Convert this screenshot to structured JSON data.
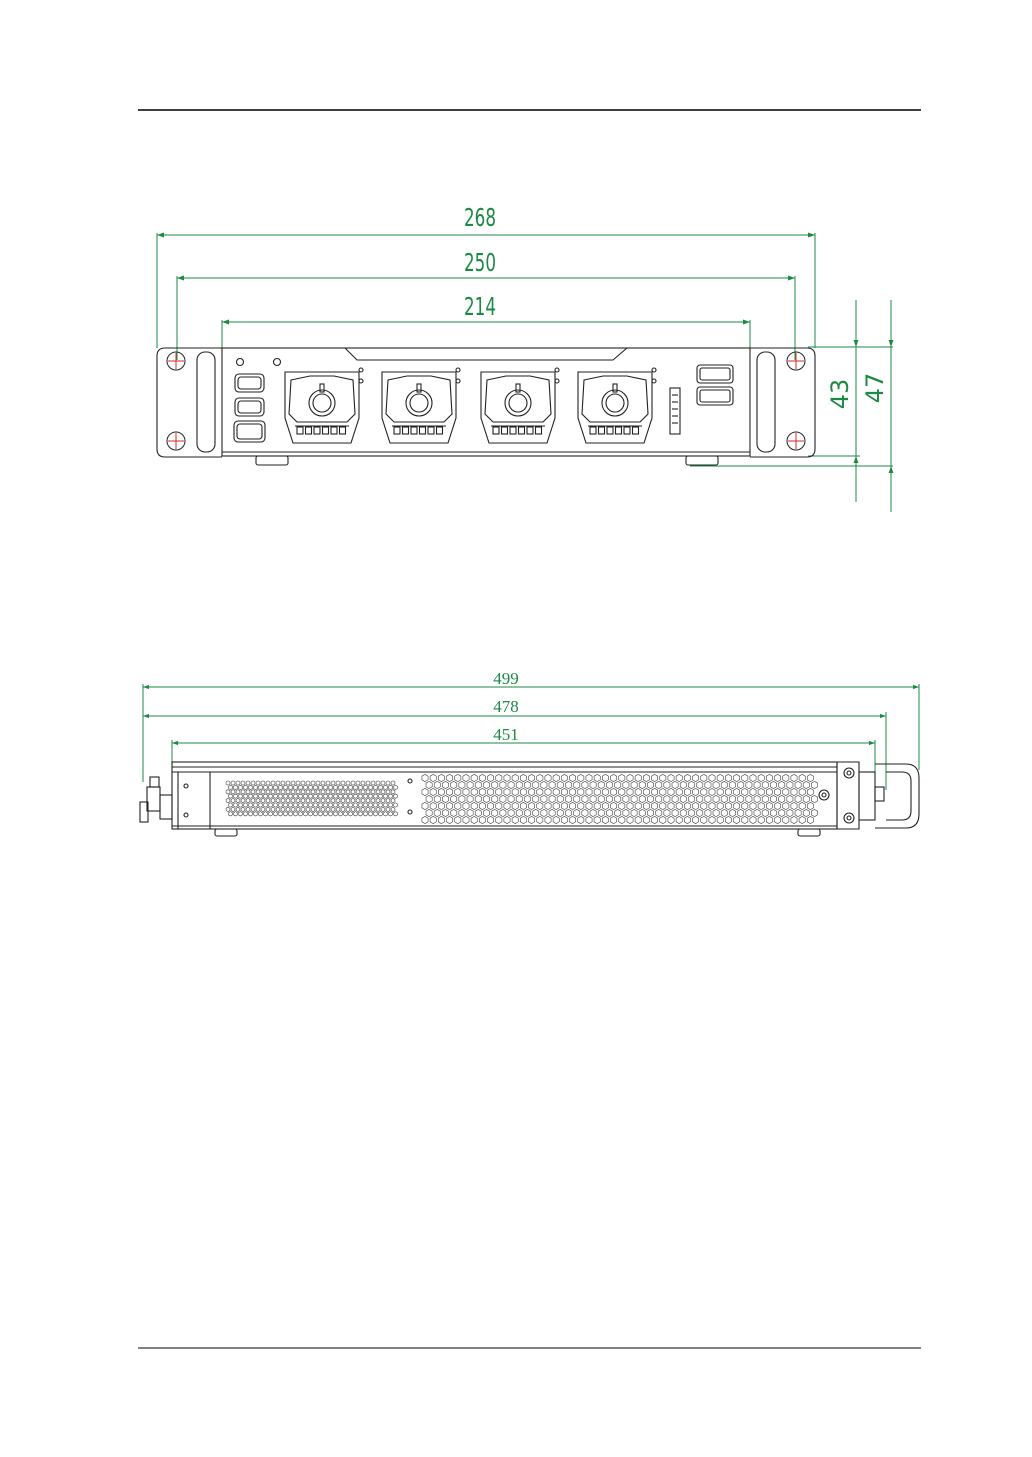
{
  "colors": {
    "dimension": "#1c8a45",
    "outline": "#222222",
    "rule": "#000000"
  },
  "front_view": {
    "width_overall": "268",
    "width_mount": "250",
    "width_chassis": "214",
    "height_body": "43",
    "height_overall": "47"
  },
  "side_view": {
    "length_overall": "499",
    "length_handle": "478",
    "length_chassis": "451"
  }
}
